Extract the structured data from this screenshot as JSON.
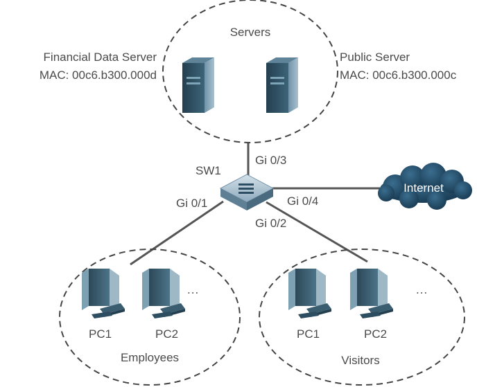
{
  "groups": {
    "servers": "Servers",
    "employees": "Employees",
    "visitors": "Visitors"
  },
  "servers": {
    "financial": {
      "name": "Financial Data Server",
      "mac": "MAC: 00c6.b300.000d"
    },
    "public": {
      "name": "Public Server",
      "mac": "MAC: 00c6.b300.000c"
    }
  },
  "switch": {
    "name": "SW1"
  },
  "ports": {
    "p1": "Gi 0/1",
    "p2": "Gi 0/2",
    "p3": "Gi 0/3",
    "p4": "Gi 0/4"
  },
  "internet": "Internet",
  "employees": {
    "pc1": "PC1",
    "pc2": "PC2",
    "more": "..."
  },
  "visitors": {
    "pc1": "PC1",
    "pc2": "PC2",
    "more": "..."
  },
  "colors": {
    "server_dark": "#2f4f5f",
    "server_light": "#5a8096",
    "switch_top": "#9fb8c9",
    "cloud": "#214d6c",
    "line": "#555555",
    "dash": "#444444"
  }
}
